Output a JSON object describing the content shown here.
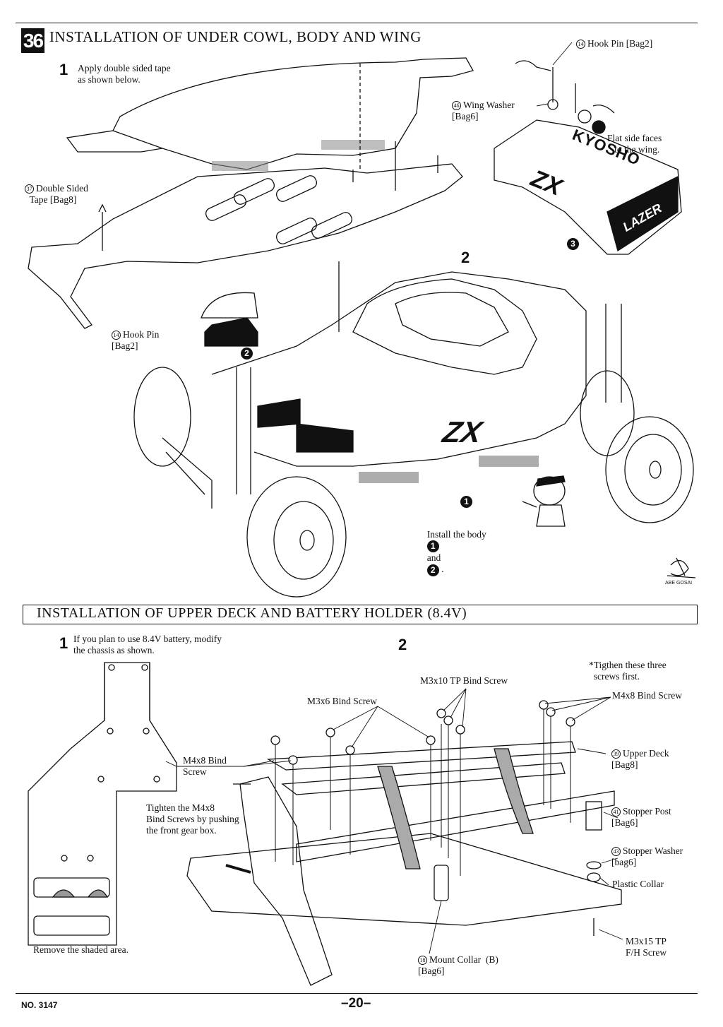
{
  "section_top": {
    "step_number": "36",
    "title": "INSTALLATION OF UNDER COWL, BODY AND WING",
    "step1_number": "1",
    "step1_text": "Apply double sided tape\nas shown below.",
    "step2_number": "2",
    "labels": {
      "hook_pin_top": "Hook Pin [Bag2]",
      "wing_washer": "Wing Washer\n[Bag6]",
      "flat_side": "Flat side faces\n   to the wing.",
      "double_sided_tape": "Double Sided\n  Tape [Bag8]",
      "hook_pin_left": "Hook Pin\n[Bag2]",
      "install_body": "Install the body",
      "install_and": "and"
    },
    "markers": {
      "m1": "1",
      "m2": "2",
      "m3": "3"
    },
    "part_ids": {
      "hook_pin": "14",
      "wing_washer": "46",
      "double_sided_tape": "37"
    },
    "wing_text": {
      "brand": "KYOSHO",
      "model": "ZX",
      "sub": "LAZER"
    },
    "body_text": "ZX",
    "signature": "ABE GOSAI"
  },
  "section_bottom": {
    "title": "INSTALLATION OF UPPER DECK AND BATTERY HOLDER (8.4V)",
    "step1_number": "1",
    "step1_text": "If you plan to use 8.4V battery, modify\nthe chassis as shown.",
    "step2_number": "2",
    "remove_text": "Remove the shaded area.",
    "labels": {
      "tighten_three": "*Tigthen these three\n  screws first.",
      "m3x10": "M3x10 TP Bind Screw",
      "m3x6": "M3x6 Bind Screw",
      "m4x8_right": "M4x8 Bind Screw",
      "m4x8_left": "M4x8 Bind\nScrew",
      "upper_deck": "Upper Deck\n[Bag8]",
      "tighten_m4x8": "Tighten the M4x8\nBind Screws by pushing\nthe front gear box.",
      "stopper_post": "Stopper Post\n[Bag6]",
      "stopper_washer": "Stopper Washer\n[bag6]",
      "plastic_collar": "Plastic Collar",
      "m3x15": "M3x15 TP\nF/H Screw",
      "mount_collar": "Mount Collar  (B)\n[Bag6]"
    },
    "part_ids": {
      "upper_deck": "39",
      "stopper_post": "41",
      "stopper_washer": "43",
      "mount_collar": "18"
    }
  },
  "footer": {
    "doc_no": "NO. 3147",
    "page": "–20–"
  }
}
